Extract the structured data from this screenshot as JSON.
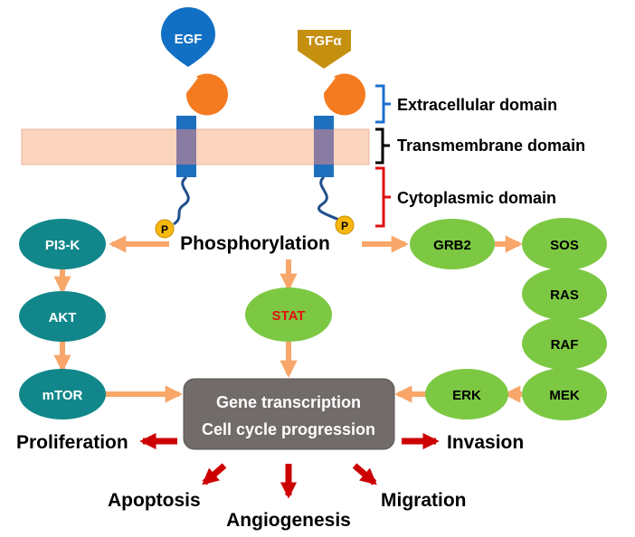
{
  "ligands": {
    "egf": "EGF",
    "tgfa": "TGFα"
  },
  "domains": {
    "extracellular": "Extracellular domain",
    "transmembrane": "Transmembrane domain",
    "cytoplasmic": "Cytoplasmic domain"
  },
  "phospho_marker": "P",
  "phosphorylation": "Phosphorylation",
  "pi3k_pathway": {
    "pi3k": "PI3-K",
    "akt": "AKT",
    "mtor": "mTOR"
  },
  "stat": "STAT",
  "ras_pathway": {
    "grb2": "GRB2",
    "sos": "SOS",
    "ras": "RAS",
    "raf": "RAF",
    "mek": "MEK",
    "erk": "ERK"
  },
  "nucleus_box": {
    "line1": "Gene transcription",
    "line2": "Cell cycle progression"
  },
  "outcomes": {
    "proliferation": "Proliferation",
    "invasion": "Invasion",
    "apoptosis": "Apoptosis",
    "angiogenesis": "Angiogenesis",
    "migration": "Migration"
  },
  "colors": {
    "egf_blue": "#1170c4",
    "tgf_gold": "#c58f0f",
    "receptor_orange": "#f47b20",
    "membrane": "#fbd5bd",
    "transmembrane_segment": "#8a7ba2",
    "receptor_blue": "#1f6fbf",
    "teal_node": "#11878b",
    "green_node": "#7cc843",
    "gray_box": "#716b69",
    "arrow_orange": "#f8a66a",
    "arrow_red": "#cc0000",
    "stat_text": "#e01010",
    "p_yellow": "#f7b80f",
    "bracket_blue": "#1f6fd0",
    "bracket_red": "#e01010"
  }
}
